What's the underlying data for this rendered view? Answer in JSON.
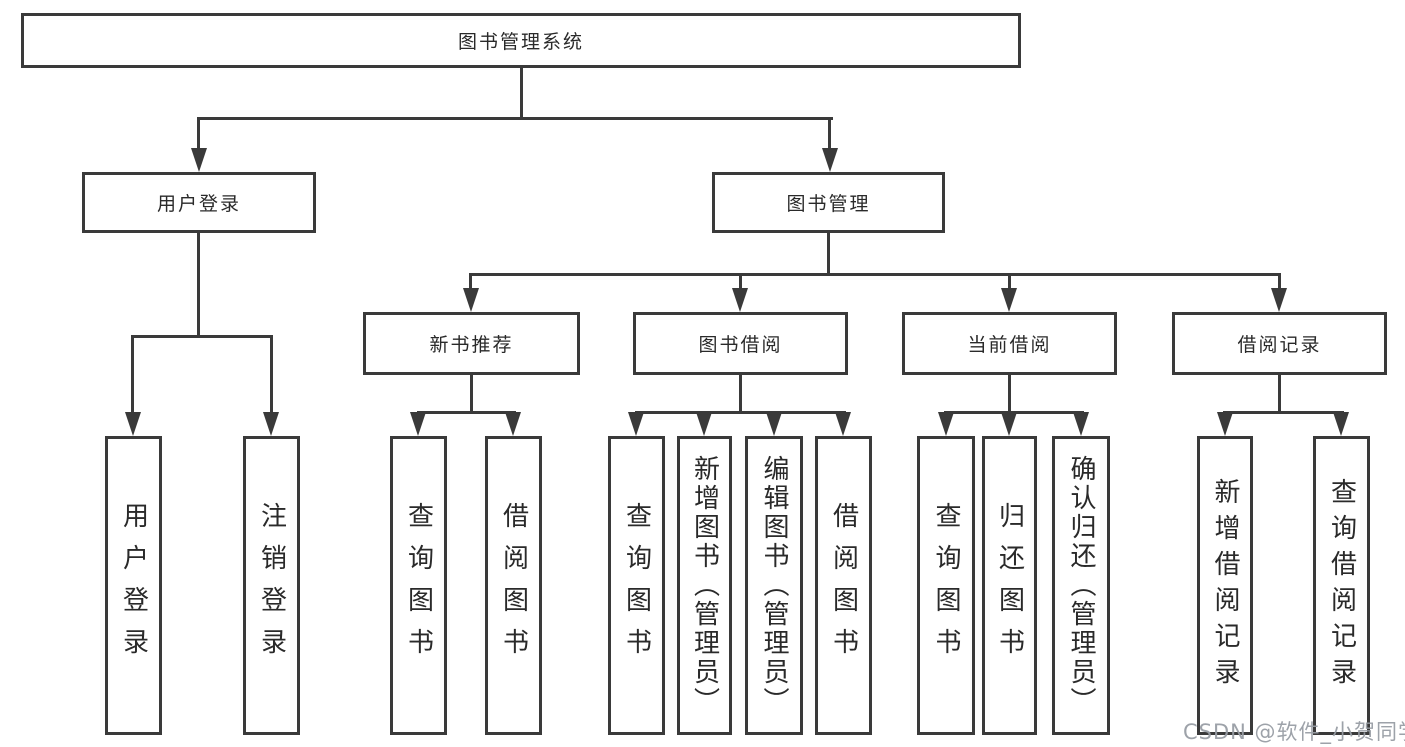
{
  "watermark": "CSDN @软件_小贺同学",
  "colors": {
    "line": "#3a3a3a",
    "text": "#2a2a2a",
    "background": "#ffffff",
    "watermark": "#989da4"
  },
  "tree": {
    "label": "图书管理系统",
    "children": [
      {
        "label": "用户登录",
        "children": [
          {
            "label": "用户登录"
          },
          {
            "label": "注销登录"
          }
        ]
      },
      {
        "label": "图书管理",
        "children": [
          {
            "label": "新书推荐",
            "children": [
              {
                "label": "查询图书"
              },
              {
                "label": "借阅图书"
              }
            ]
          },
          {
            "label": "图书借阅",
            "children": [
              {
                "label": "查询图书"
              },
              {
                "label": "新增图书（管理员）"
              },
              {
                "label": "编辑图书（管理员）"
              },
              {
                "label": "借阅图书"
              }
            ]
          },
          {
            "label": "当前借阅",
            "children": [
              {
                "label": "查询图书"
              },
              {
                "label": "归还图书"
              },
              {
                "label": "确认归还（管理员）"
              }
            ]
          },
          {
            "label": "借阅记录",
            "children": [
              {
                "label": "新增借阅记录"
              },
              {
                "label": "查询借阅记录"
              }
            ]
          }
        ]
      }
    ]
  }
}
